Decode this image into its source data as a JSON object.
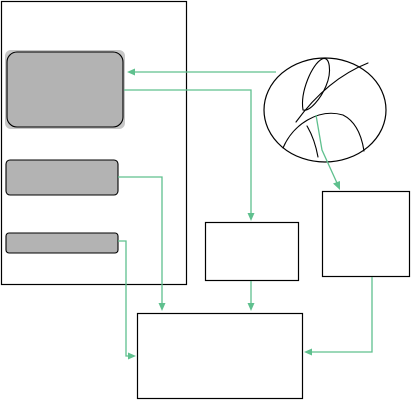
{
  "colors": {
    "connector": "#5fc08e",
    "gray_fill": "#b3b3b3",
    "gray_outer": "#c6c6c6",
    "outline": "#000000",
    "background": "#ffffff"
  },
  "icons": {
    "globe": "globe-icon"
  },
  "connectors": [
    {
      "from": "globe",
      "to": "large-gray-block"
    },
    {
      "from": "large-gray-block",
      "to": "middle-box"
    },
    {
      "from": "globe",
      "to": "right-box"
    },
    {
      "from": "medium-gray-block",
      "to": "bottom-box"
    },
    {
      "from": "small-gray-block",
      "to": "bottom-box"
    },
    {
      "from": "middle-box",
      "to": "bottom-box"
    },
    {
      "from": "right-box",
      "to": "bottom-box"
    }
  ]
}
